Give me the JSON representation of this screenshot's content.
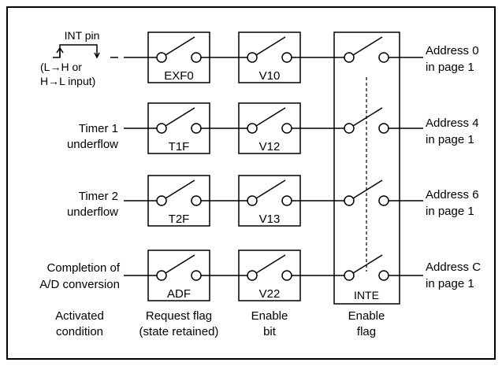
{
  "sources": [
    {
      "lines": [
        "INT pin",
        "(L→H or",
        "H→L input)"
      ]
    },
    {
      "lines": [
        "Timer 1",
        "underflow"
      ]
    },
    {
      "lines": [
        "Timer 2",
        "underflow"
      ]
    },
    {
      "lines": [
        "Completion of",
        "A/D conversion"
      ]
    }
  ],
  "request_flags": [
    "EXF0",
    "T1F",
    "T2F",
    "ADF"
  ],
  "enable_bits": [
    "V10",
    "V12",
    "V13",
    "V22"
  ],
  "enable_flag": "INTE",
  "addresses": [
    {
      "lines": [
        "Address 0",
        "in page 1"
      ]
    },
    {
      "lines": [
        "Address 4",
        "in page 1"
      ]
    },
    {
      "lines": [
        "Address 6",
        "in page 1"
      ]
    },
    {
      "lines": [
        "Address C",
        "in page 1"
      ]
    }
  ],
  "captions": {
    "activated": [
      "Activated",
      "condition"
    ],
    "request": [
      "Request flag",
      "(state retained)"
    ],
    "enable_bit": [
      "Enable",
      "bit"
    ],
    "enable_flag": [
      "Enable",
      "flag"
    ]
  }
}
